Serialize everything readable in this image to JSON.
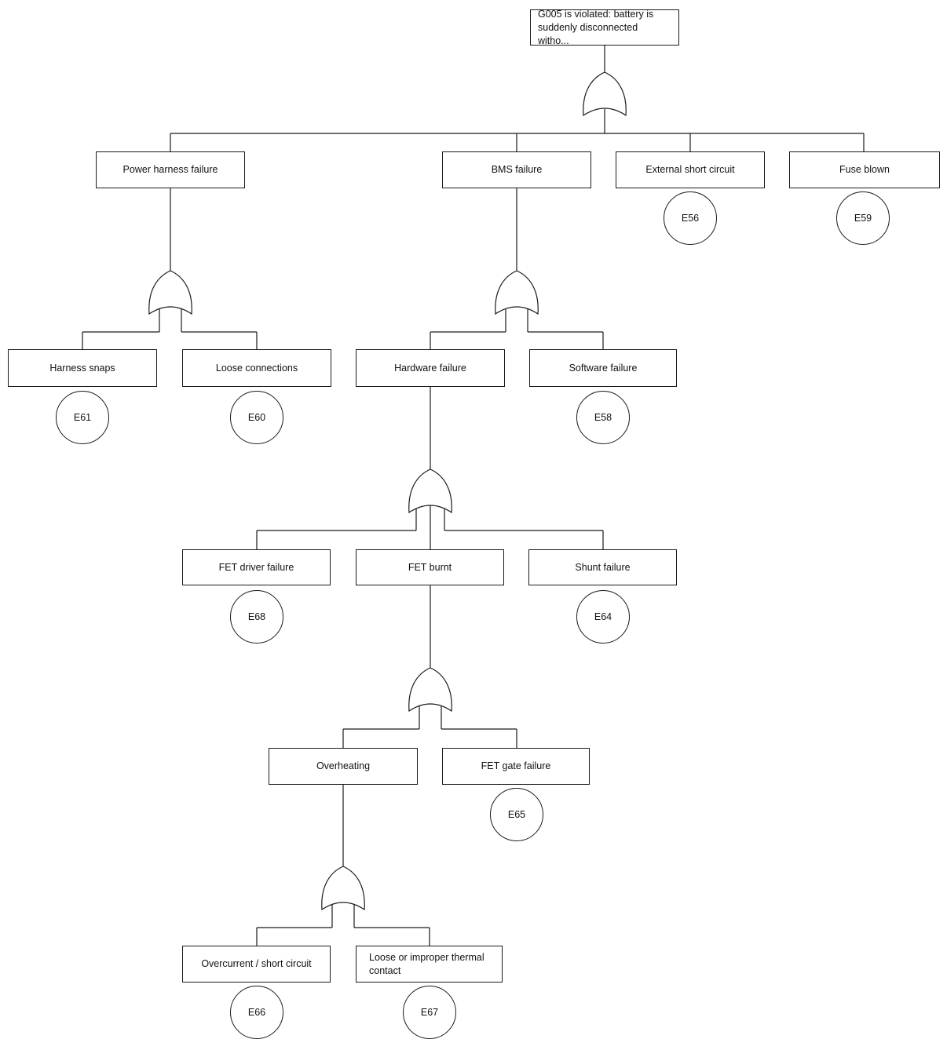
{
  "diagram_type": "fault-tree",
  "colors": {
    "stroke": "#1a1a1a",
    "text": "#111111",
    "background": "#ffffff"
  },
  "nodes": {
    "root": {
      "label": "G005 is violated: battery is suddenly disconnected witho..."
    },
    "power_harness": {
      "label": "Power harness failure"
    },
    "bms": {
      "label": "BMS failure"
    },
    "external_short": {
      "label": "External short circuit",
      "event": "E56"
    },
    "fuse": {
      "label": "Fuse blown",
      "event": "E59"
    },
    "harness_snaps": {
      "label": "Harness snaps",
      "event": "E61"
    },
    "loose_connections": {
      "label": "Loose connections",
      "event": "E60"
    },
    "hardware": {
      "label": "Hardware failure"
    },
    "software": {
      "label": "Software failure",
      "event": "E58"
    },
    "fet_driver": {
      "label": "FET driver failure",
      "event": "E68"
    },
    "fet_burnt": {
      "label": "FET burnt"
    },
    "shunt": {
      "label": "Shunt failure",
      "event": "E64"
    },
    "overheating": {
      "label": "Overheating"
    },
    "fet_gate": {
      "label": "FET gate failure",
      "event": "E65"
    },
    "overcurrent": {
      "label": "Overcurrent / short circuit",
      "event": "E66"
    },
    "thermal_contact": {
      "label": "Loose or improper thermal contact",
      "event": "E67"
    }
  },
  "gates": {
    "root": {
      "type": "OR"
    },
    "power_harness": {
      "type": "OR"
    },
    "bms": {
      "type": "OR"
    },
    "hardware": {
      "type": "OR"
    },
    "fet_burnt": {
      "type": "OR"
    },
    "overheating": {
      "type": "OR"
    }
  }
}
